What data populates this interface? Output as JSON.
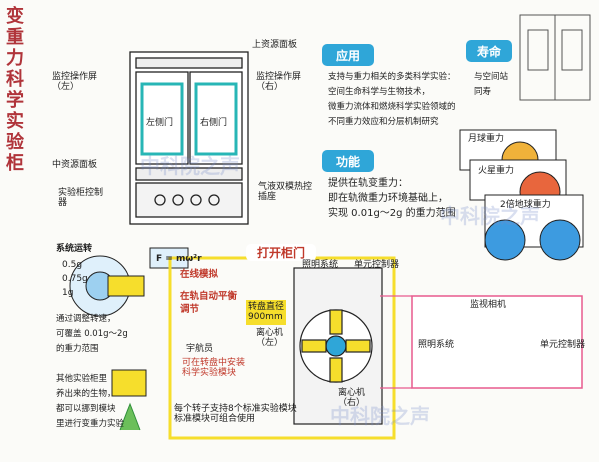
{
  "title": "变重力科学实验柜",
  "cabinet_labels": {
    "upper_panel": "上资源面板",
    "left_door": "监控操作屏（左）",
    "right_door": "监控操作屏（右）",
    "left_door_inner": "左侧门",
    "right_door_inner": "右侧门",
    "middle_panel": "中资源面板",
    "controller": "实验柜控制器",
    "heat_panel": "气液双模热控插座"
  },
  "application": {
    "heading": "应用",
    "text": "支持与重力相关的多类科学实验：\n空间生命科学与生物技术，\n微重力流体和燃烧科学实验领域的\n不同重力效应和分层机制研究"
  },
  "lifespan": {
    "heading": "寿命",
    "text": "与空间站\n同寿"
  },
  "function": {
    "heading": "功能",
    "text": "提供在轨变重力：\n即在轨微重力环境基础上，\n实现 0.01g～2g 的重力范围"
  },
  "gravity_examples": {
    "moon": "月球重力",
    "mars": "火星重力",
    "two_earth": "2倍地球重力"
  },
  "rotation": {
    "heading": "系统运转",
    "formula": "F = mω²r",
    "r1": "0.5g",
    "r2": "0.75g",
    "r3": "1g",
    "text": "通过调整转速，\n可覆盖 0.01g～2g\n的重力范围"
  },
  "open_door": {
    "heading": "打开柜门",
    "bullets": [
      "在线模拟",
      "在轨自动平衡调节"
    ],
    "disk_label": "转盘直径\n900mm",
    "left_cent": "离心机\n（左）",
    "right_cent": "离心机\n（右）",
    "light": "照明系统",
    "unit_ctrl": "单元控制器",
    "astronaut": "宇航员",
    "astronaut_task": "可在转盘中安装\n科学实验模块",
    "module_text": "每个转子支持8个标准实验模块\n标准模块可组合使用"
  },
  "zoom": {
    "monitor": "监视相机",
    "light": "照明系统",
    "ctrl": "单元控制器"
  },
  "module": {
    "text": "其他实验柜里\n养出来的生物，\n都可以挪到模块\n里进行变重力实验"
  },
  "watermark": "中科院之声",
  "colors": {
    "title": "#b0343a",
    "teal": "#27b6b6",
    "yellow": "#f6de2c",
    "pink": "#e85a8e",
    "pill_blue": "#2fa6d8"
  }
}
